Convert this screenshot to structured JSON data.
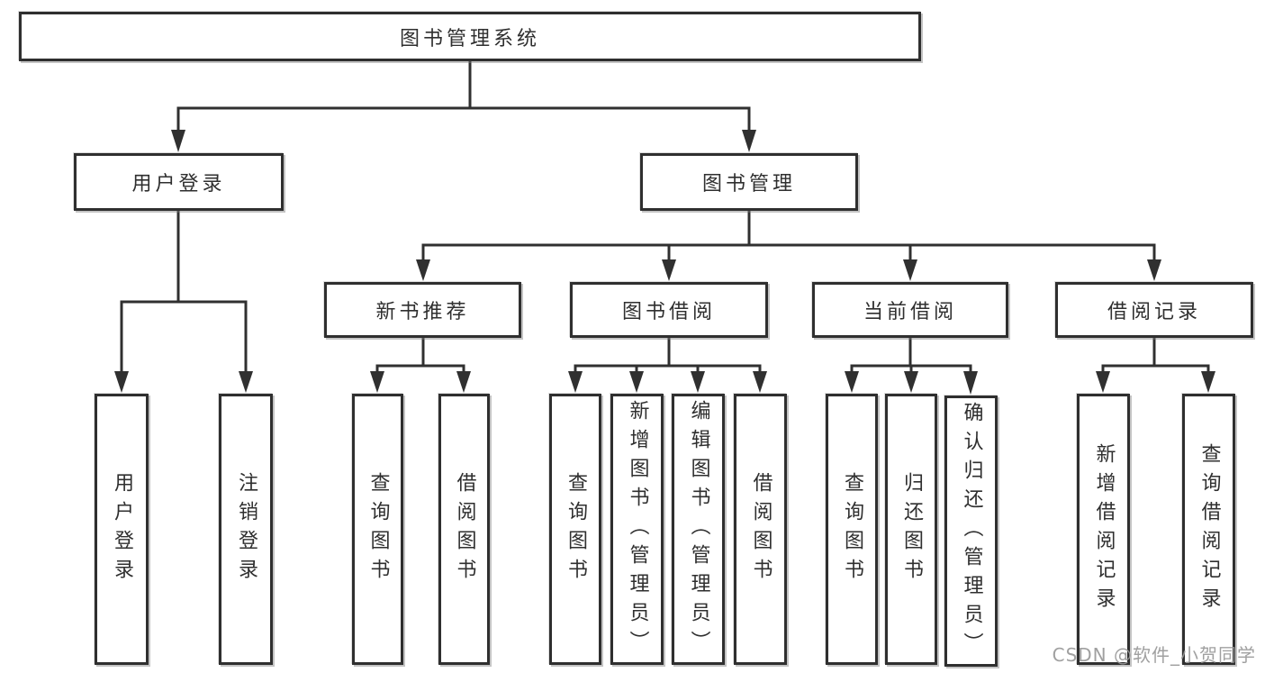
{
  "diagram": {
    "root": {
      "label": "图书管理系统"
    },
    "level2": {
      "user_login": "用户登录",
      "book_management": "图书管理"
    },
    "level3": {
      "new_book_recommend": "新书推荐",
      "book_borrow": "图书借阅",
      "current_borrow": "当前借阅",
      "borrow_records": "借阅记录"
    },
    "leaves": {
      "user_login": [
        "用户登录",
        "注销登录"
      ],
      "new_book_recommend": [
        "查询图书",
        "借阅图书"
      ],
      "book_borrow": [
        "查询图书",
        "新增图书（管理员）",
        "编辑图书（管理员）",
        "借阅图书"
      ],
      "current_borrow": [
        "查询图书",
        "归还图书",
        "确认归还（管理员）"
      ],
      "borrow_records": [
        "新增借阅记录",
        "查询借阅记录"
      ]
    },
    "watermark": "CSDN @软件_小贺同学",
    "colors": {
      "line": "#303030",
      "box_background": "#ffffff",
      "text": "#2f2f2f",
      "watermark": "#989898"
    }
  }
}
